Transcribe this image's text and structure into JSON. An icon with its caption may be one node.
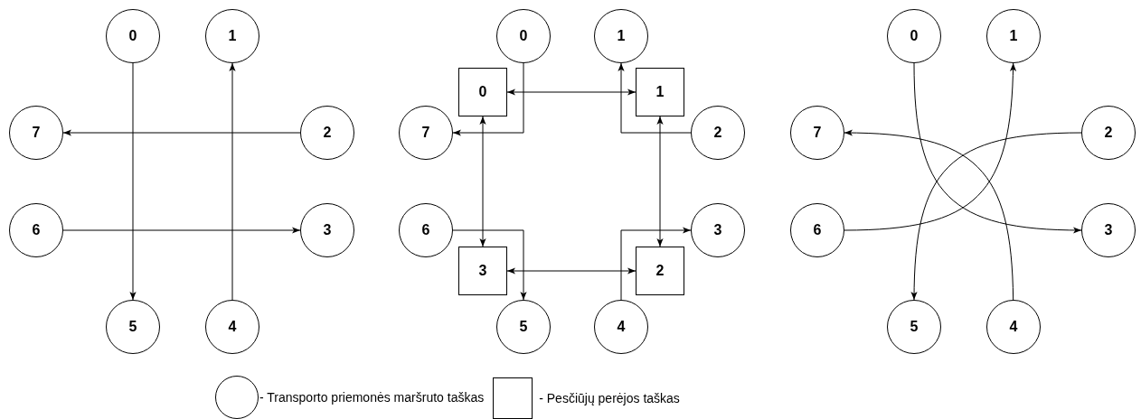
{
  "diagram": {
    "nodes": [
      {
        "text": [
          "0"
        ]
      },
      {
        "text": [
          "1"
        ]
      },
      {
        "text": [
          "7"
        ]
      },
      {
        "text": [
          "2"
        ]
      },
      {
        "text": [
          "6"
        ]
      },
      {
        "text": [
          "3"
        ]
      },
      {
        "text": [
          "5"
        ]
      },
      {
        "text": [
          "4"
        ]
      },
      {
        "text": [
          "0"
        ]
      },
      {
        "text": [
          "1"
        ]
      },
      {
        "text": [
          "0"
        ]
      },
      {
        "text": [
          "1"
        ]
      },
      {
        "text": [
          "7"
        ]
      },
      {
        "text": [
          "2"
        ]
      },
      {
        "text": [
          "6"
        ]
      },
      {
        "text": [
          "3"
        ]
      },
      {
        "text": [
          "3"
        ]
      },
      {
        "text": [
          "2"
        ]
      },
      {
        "text": [
          "5"
        ]
      },
      {
        "text": [
          "4"
        ]
      },
      {
        "text": [
          "0"
        ]
      },
      {
        "text": [
          "1"
        ]
      },
      {
        "text": [
          "7"
        ]
      },
      {
        "text": [
          "2"
        ]
      },
      {
        "text": [
          "6"
        ]
      },
      {
        "text": [
          "3"
        ]
      },
      {
        "text": [
          "5"
        ]
      },
      {
        "text": [
          "4"
        ]
      }
    ],
    "edges": [
      {
        "from": 0,
        "to": 6,
        "arrow": "to"
      },
      {
        "from": 7,
        "to": 1,
        "arrow": "to"
      },
      {
        "from": 3,
        "to": 2,
        "arrow": "to"
      },
      {
        "from": 4,
        "to": 5,
        "arrow": "to"
      },
      {
        "from": 8,
        "to": 12,
        "arrow": "to"
      },
      {
        "from": 10,
        "to": 11,
        "arrow": "both"
      },
      {
        "from": 13,
        "to": 9,
        "arrow": "to"
      },
      {
        "from": 11,
        "to": 17,
        "arrow": "both"
      },
      {
        "from": 10,
        "to": 16,
        "arrow": "both"
      },
      {
        "from": 14,
        "to": 18,
        "arrow": "to"
      },
      {
        "from": 19,
        "to": 15,
        "arrow": "to"
      },
      {
        "from": 16,
        "to": 17,
        "arrow": "both"
      },
      {
        "from": 20,
        "to": 25,
        "arrow": "to"
      },
      {
        "from": 23,
        "to": 26,
        "arrow": "to"
      },
      {
        "from": 24,
        "to": 21,
        "arrow": "to"
      },
      {
        "from": 27,
        "to": 22,
        "arrow": "to"
      }
    ],
    "legend": [
      {
        "text": "- Transporto priemonės maršruto taškas"
      },
      {
        "text": "- Pesčiūjų perėjos taškas"
      }
    ]
  }
}
